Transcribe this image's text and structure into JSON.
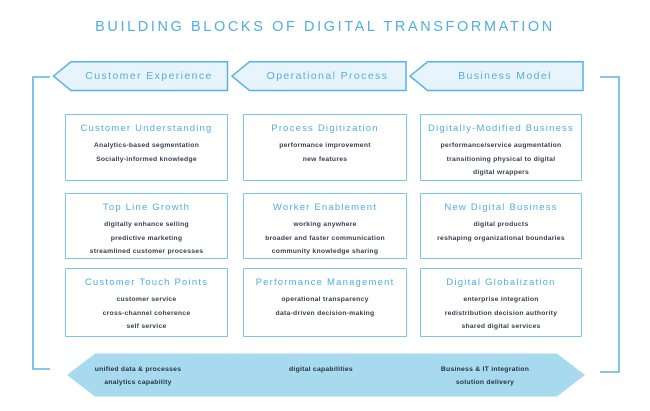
{
  "title": "BUILDING BLOCKS OF DIGITAL TRANSFORMATION",
  "colors": {
    "accent_blue": "#4fafe2",
    "shape_border_blue": "#56b3e4",
    "box_border_blue": "#79c6ee",
    "chevron_fill": "#e8f4fb",
    "foundation_fill": "#a7daee",
    "dark_text": "#39414e",
    "background": "#ffffff"
  },
  "pillars": [
    {
      "label": "Customer Experience",
      "blocks": [
        {
          "title": "Customer Understanding",
          "items": [
            "Analytics-based segmentation",
            "Socially-informed knowledge"
          ]
        },
        {
          "title": "Top Line Growth",
          "items": [
            "digitally enhance selling",
            "predictive marketing",
            "streamlined customer processes"
          ]
        },
        {
          "title": "Customer Touch Points",
          "items": [
            "customer service",
            "cross-channel coherence",
            "self service"
          ]
        }
      ]
    },
    {
      "label": "Operational Process",
      "blocks": [
        {
          "title": "Process Digitization",
          "items": [
            "performance improvement",
            "new features"
          ]
        },
        {
          "title": "Worker Enablement",
          "items": [
            "working anywhere",
            "broader and faster communication",
            "community knowledge sharing"
          ]
        },
        {
          "title": "Performance Management",
          "items": [
            "operational transparency",
            "data-driven decision-making"
          ]
        }
      ]
    },
    {
      "label": "Business Model",
      "blocks": [
        {
          "title": "Digitally-Modified Business",
          "items": [
            "performance/service augmentation",
            "transitioning physical to digital",
            "digital wrappers"
          ]
        },
        {
          "title": "New Digital Business",
          "items": [
            "digital products",
            "reshaping organizational boundaries"
          ]
        },
        {
          "title": "Digital Globalization",
          "items": [
            "enterprise integration",
            "redistribution decision authority",
            "shared digital services"
          ]
        }
      ]
    }
  ],
  "foundation": {
    "groups": [
      {
        "lines": [
          "unified data & processes",
          "analytics capability"
        ]
      },
      {
        "lines": [
          "digital capabilities"
        ]
      },
      {
        "lines": [
          "Business & IT integration",
          "solution delivery"
        ]
      }
    ]
  }
}
